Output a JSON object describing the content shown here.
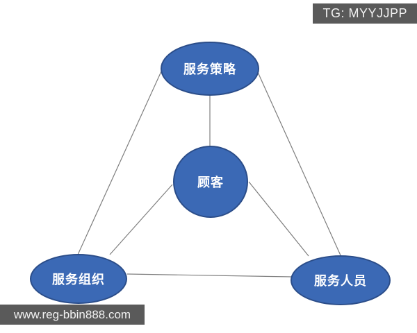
{
  "diagram": {
    "type": "service-triangle",
    "nodes": [
      {
        "id": "service-strategy",
        "label": "服务策略",
        "position": "top"
      },
      {
        "id": "customer",
        "label": "顾客",
        "position": "center"
      },
      {
        "id": "service-organization",
        "label": "服务组织",
        "position": "bottom-left"
      },
      {
        "id": "service-personnel",
        "label": "服务人员",
        "position": "bottom-right"
      }
    ],
    "edges": [
      {
        "from": "service-strategy",
        "to": "service-organization"
      },
      {
        "from": "service-strategy",
        "to": "service-personnel"
      },
      {
        "from": "service-organization",
        "to": "service-personnel"
      },
      {
        "from": "service-strategy",
        "to": "customer"
      },
      {
        "from": "customer",
        "to": "service-organization"
      },
      {
        "from": "customer",
        "to": "service-personnel"
      }
    ]
  },
  "watermarks": {
    "top_right": "TG: MYYJJPP",
    "bottom_left": "www.reg-bbin888.com"
  },
  "colors": {
    "background": "#FFFFFF",
    "node_fill": "#3B69B5",
    "node_border": "#2B4D89",
    "node_text": "#FFFFFF",
    "connector": "#7E7E7E",
    "watermark_bg": "#5A5A5A",
    "watermark_text": "#F2F2F2"
  }
}
